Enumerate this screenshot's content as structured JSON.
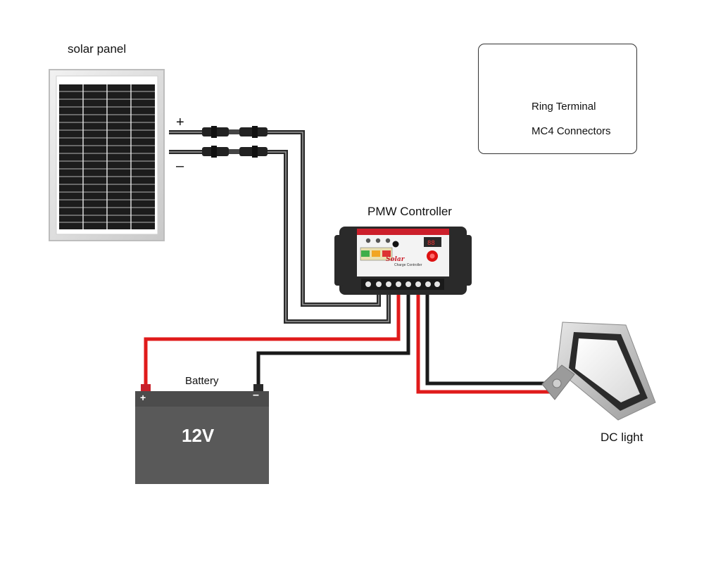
{
  "labels": {
    "solar_panel": "solar panel",
    "controller": "PMW Controller",
    "battery": "Battery",
    "battery_voltage": "12V",
    "dc_light": "DC light",
    "panel_positive": "+",
    "panel_negative": "–",
    "battery_positive": "+",
    "battery_negative": "–"
  },
  "legend": {
    "items": [
      {
        "label": "Ring Terminal",
        "icon": "ring-terminal-icon"
      },
      {
        "label": "MC4 Connectors",
        "icon": "mc4-connector-icon"
      }
    ]
  },
  "controller_panel_text": {
    "brand": "Solar",
    "subtitle": "Charge Controller"
  },
  "colors": {
    "positive_wire": "#e01b1b",
    "negative_wire": "#1a1a1a",
    "battery_body": "#595959",
    "controller_body": "#2a2a2a",
    "controller_accent": "#cc1f2b",
    "solar_cell": "#1c1c1c",
    "solar_frame": "#d9d9d9"
  }
}
